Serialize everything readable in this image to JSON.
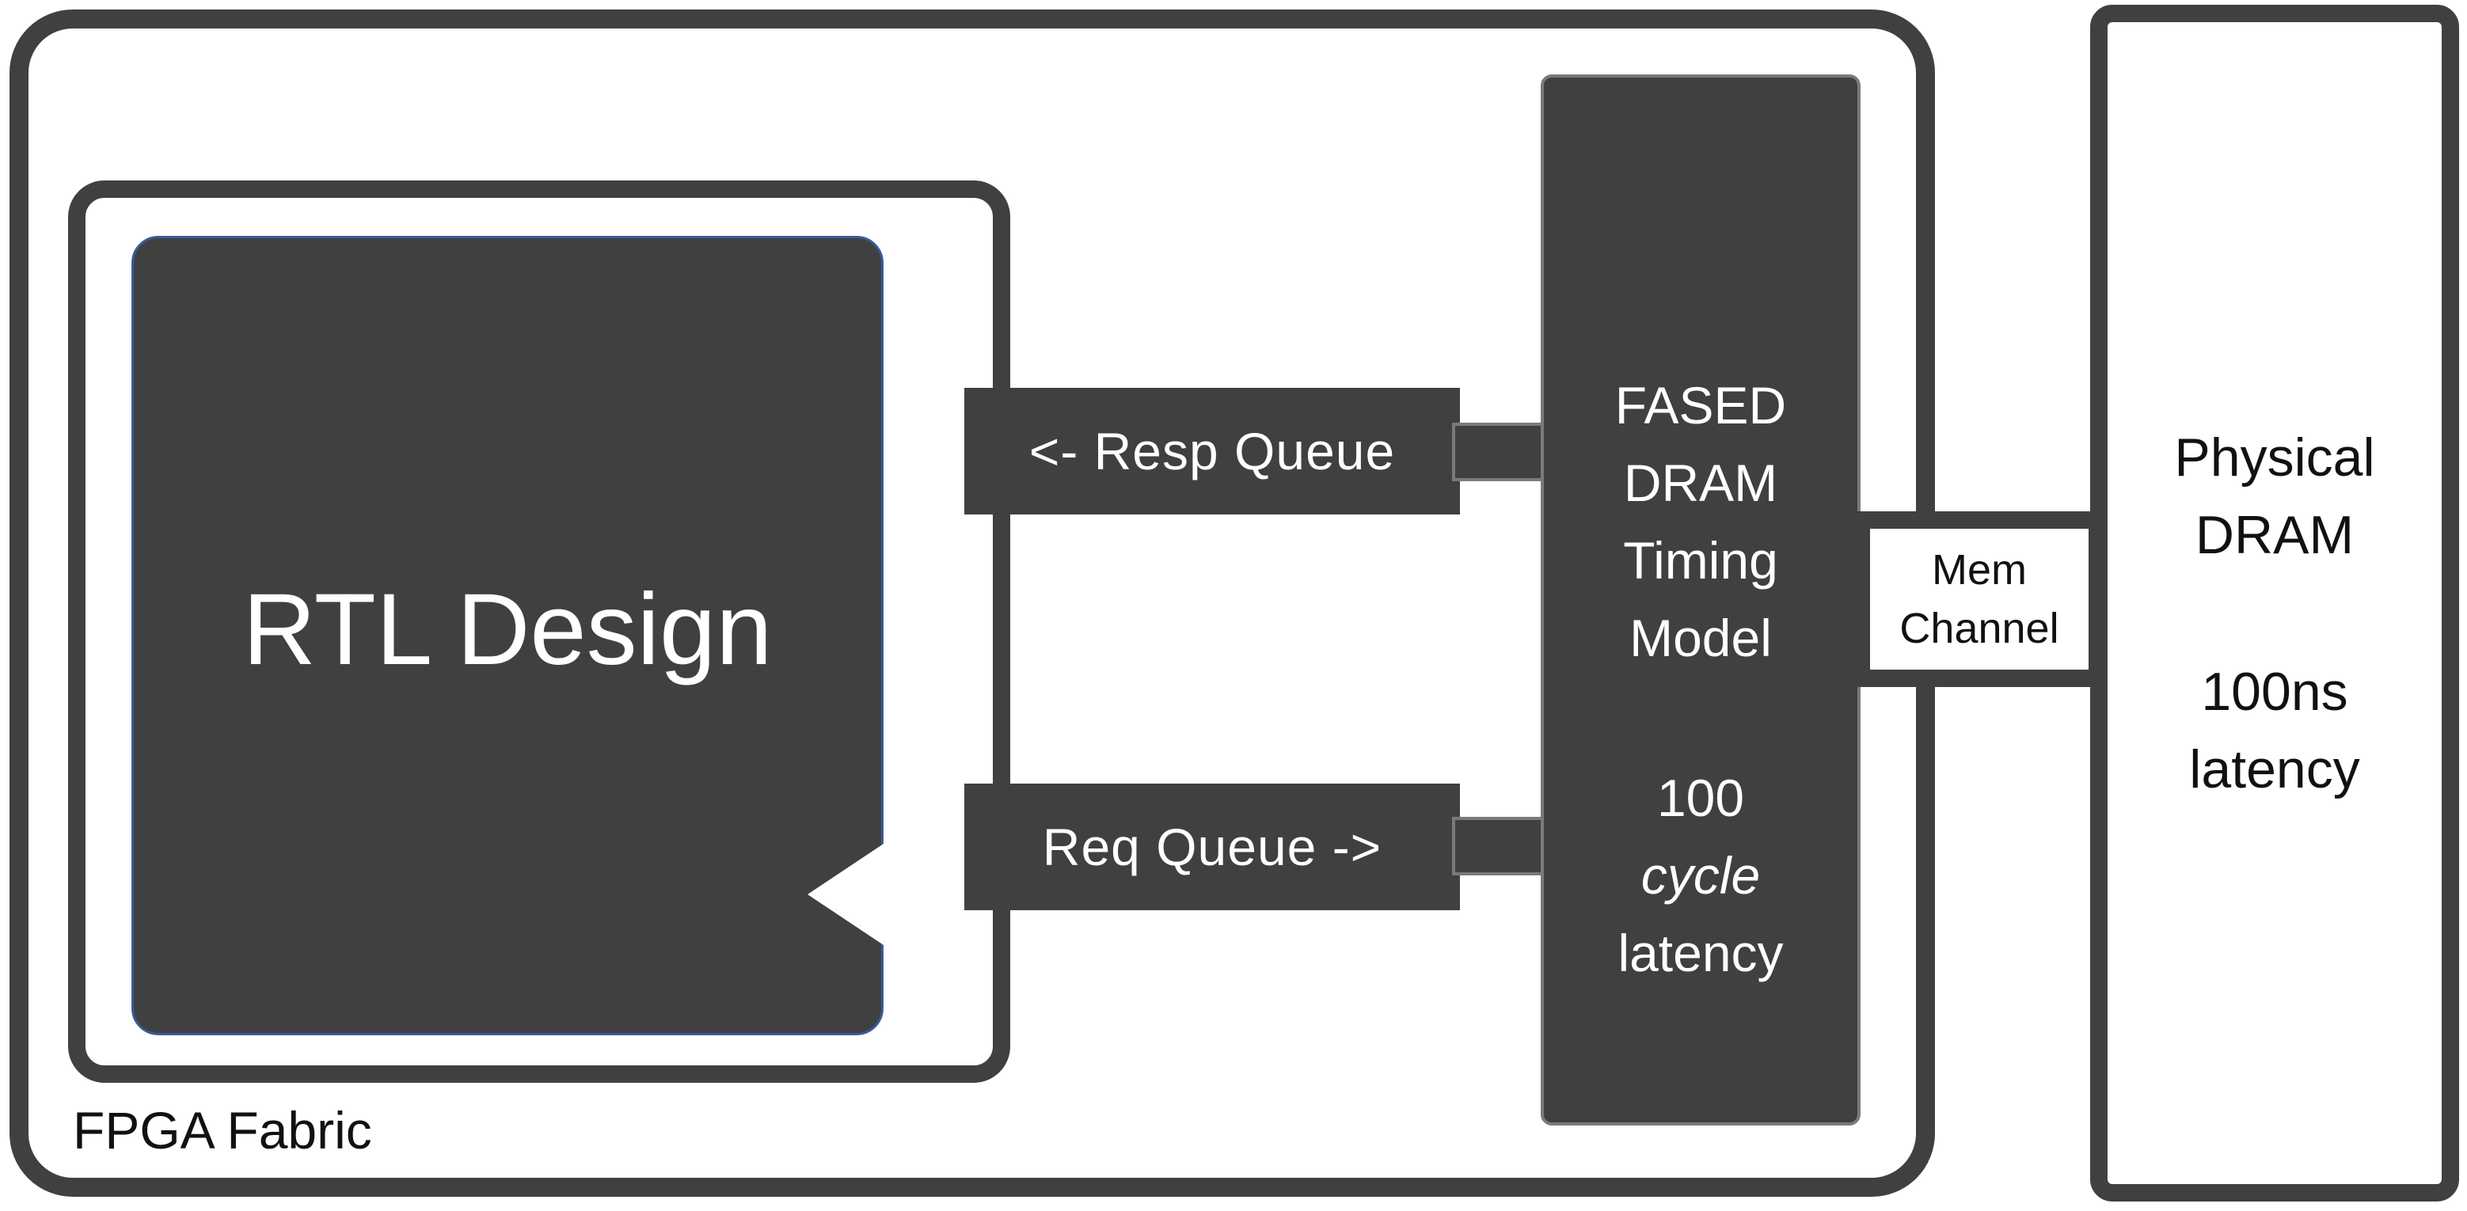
{
  "fpga": {
    "label": "FPGA Fabric"
  },
  "rtl": {
    "label": "RTL Design"
  },
  "queues": {
    "resp": "<- Resp Queue",
    "req": "Req Queue ->"
  },
  "fased": {
    "line1": "FASED",
    "line2": "DRAM",
    "line3": "Timing",
    "line4": "Model",
    "line5": "100",
    "line6": "cycle",
    "line7": "latency"
  },
  "mem_channel": {
    "line1": "Mem",
    "line2": "Channel"
  },
  "physical_dram": {
    "line1": "Physical",
    "line2": "DRAM",
    "line3": "100ns",
    "line4": "latency"
  },
  "colors": {
    "block": "#404040",
    "border_accent": "#3b5a9a",
    "background": "#ffffff"
  }
}
